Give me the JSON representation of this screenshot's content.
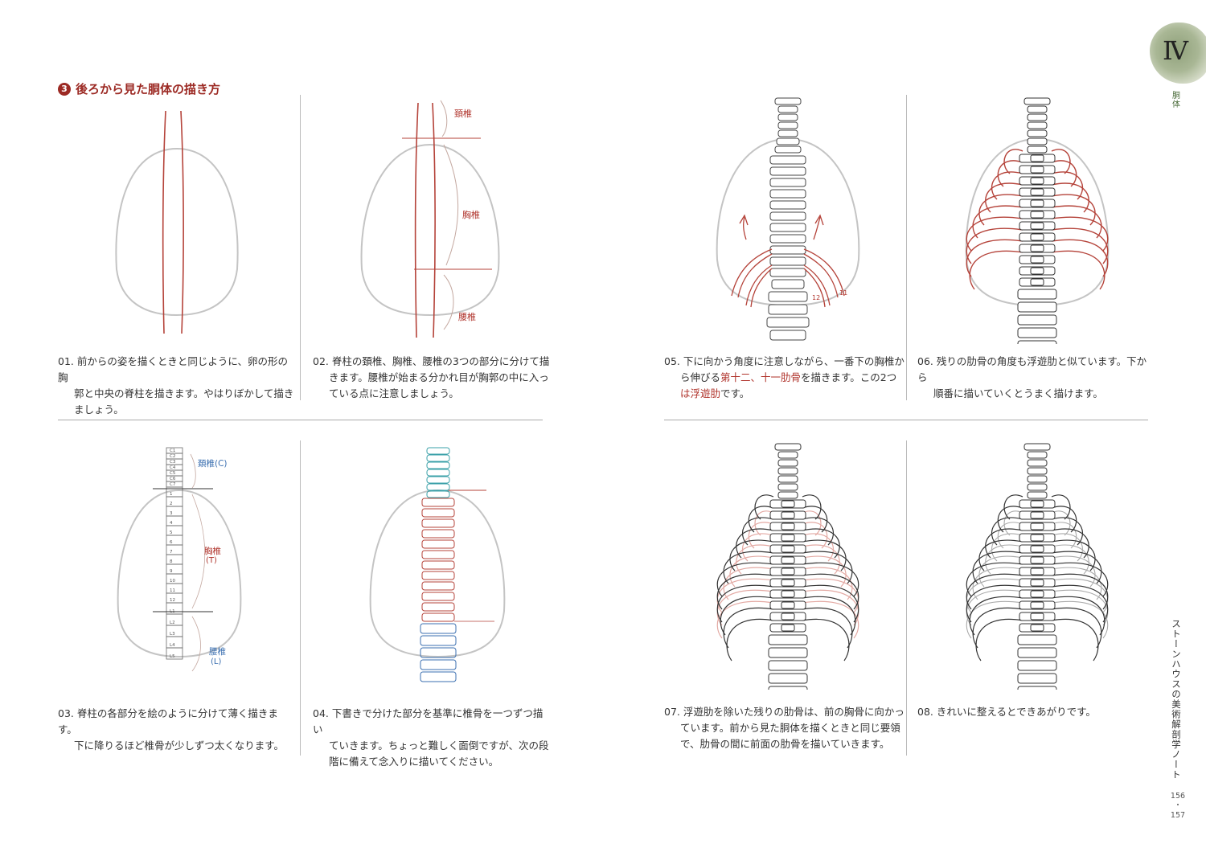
{
  "section": {
    "number": "3",
    "title": "後ろから見た胴体の描き方"
  },
  "chapter": {
    "numeral": "Ⅳ",
    "label": "胴体"
  },
  "book_title": "ストーンハウスの美術解剖学ノート",
  "pages": {
    "left": "156",
    "sep": "・",
    "right": "157"
  },
  "labels": {
    "cervical": "頚椎",
    "thoracic": "胸椎",
    "lumbar": "腰椎",
    "cervical_c": "頚椎(C)",
    "thoracic_t": "胸椎",
    "thoracic_t2": "(T)",
    "lumbar_l": "腰椎",
    "lumbar_l2": "(L)",
    "rib12": "12",
    "rib11": "11"
  },
  "captions": {
    "c01": {
      "num": "01.",
      "l1": "前からの姿を描くときと同じように、卵の形の胸",
      "l2": "郭と中央の脊柱を描きます。やはりぼかして描き",
      "l3": "ましょう。"
    },
    "c02": {
      "num": "02.",
      "l1": "脊柱の頚椎、胸椎、腰椎の3つの部分に分けて描",
      "l2": "きます。腰椎が始まる分かれ目が胸郭の中に入っ",
      "l3": "ている点に注意しましょう。"
    },
    "c03": {
      "num": "03.",
      "l1": "脊柱の各部分を絵のように分けて薄く描きます。",
      "l2": "下に降りるほど椎骨が少しずつ太くなります。"
    },
    "c04": {
      "num": "04.",
      "l1": "下書きで分けた部分を基準に椎骨を一つずつ描い",
      "l2": "ていきます。ちょっと難しく面倒ですが、次の段",
      "l3": "階に備えて念入りに描いてください。"
    },
    "c05": {
      "num": "05.",
      "l1": "下に向かう角度に注意しながら、一番下の胸椎か",
      "l2a": "ら伸びる",
      "l2red": "第十二、十一肋骨",
      "l2b": "を描きます。この2つ",
      "l3red": "は浮遊肋",
      "l3b": "です。"
    },
    "c06": {
      "num": "06.",
      "l1": "残りの肋骨の角度も浮遊肋と似ています。下から",
      "l2": "順番に描いていくとうまく描けます。"
    },
    "c07": {
      "num": "07.",
      "l1": "浮遊肋を除いた残りの肋骨は、前の胸骨に向かっ",
      "l2": "ています。前から見た胴体を描くときと同じ要領",
      "l3": "で、肋骨の間に前面の肋骨を描いていきます。"
    },
    "c08": {
      "num": "08.",
      "l1": "きれいに整えるとできあがりです。"
    }
  },
  "vertebra_labels": [
    "C1",
    "C2",
    "C3",
    "C4",
    "C5",
    "C6",
    "C7",
    "1",
    "2",
    "3",
    "4",
    "5",
    "6",
    "7",
    "8",
    "9",
    "10",
    "11",
    "12",
    "L1",
    "L2",
    "L3",
    "L4",
    "L5"
  ],
  "colors": {
    "accent": "#9c2a24",
    "blue": "#3b6fb0",
    "teal": "#3aa0a8",
    "bone_red": "#b5433a"
  }
}
